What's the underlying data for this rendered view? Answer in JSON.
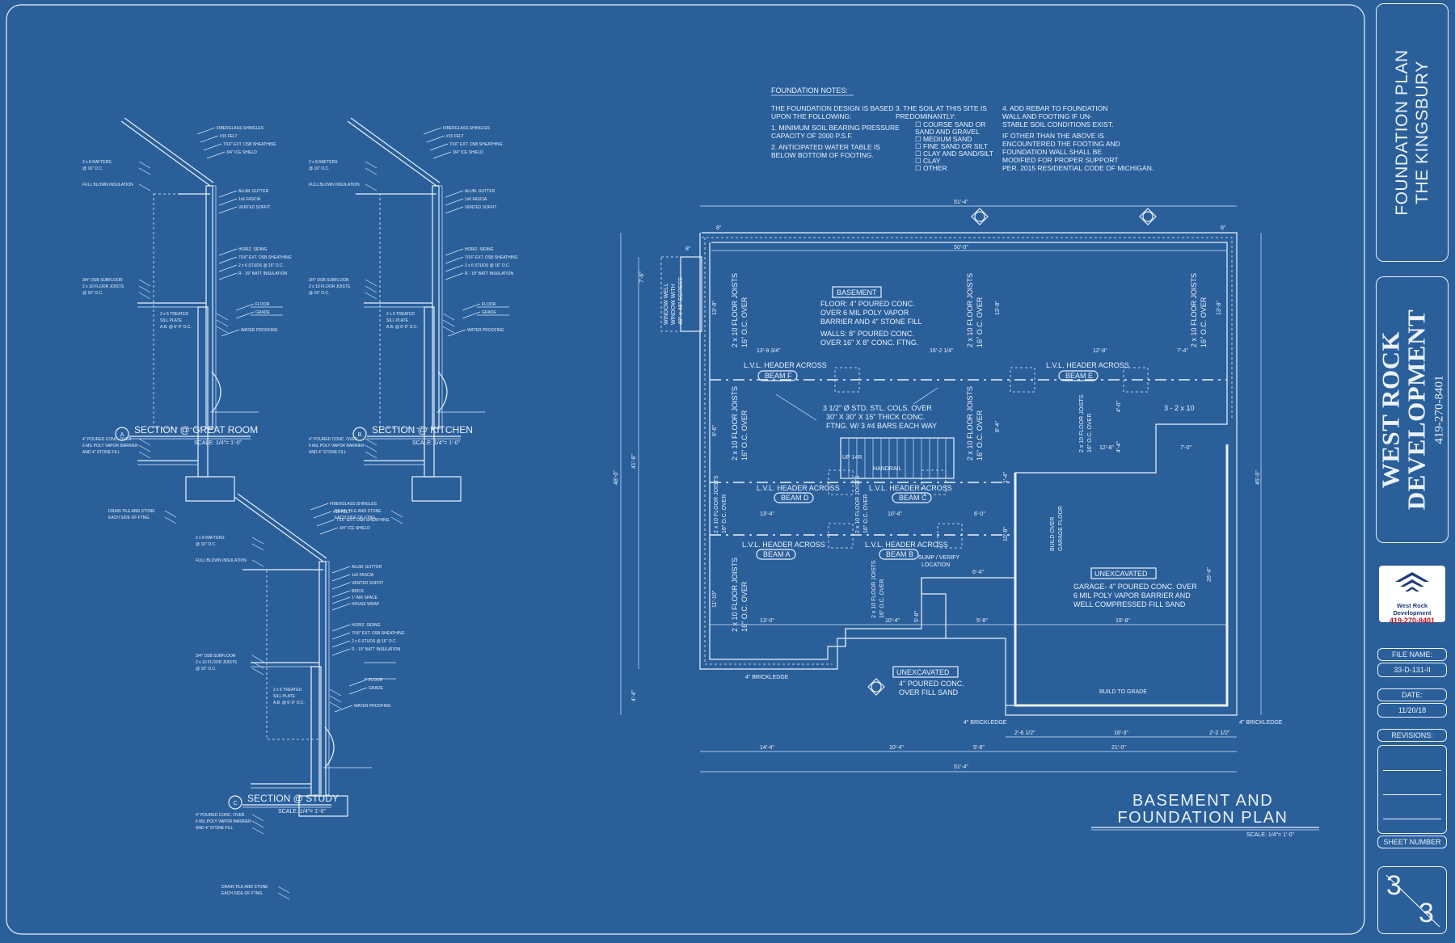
{
  "notes": {
    "heading": "FOUNDATION NOTES:",
    "col1": [
      "THE FOUNDATION DESIGN IS BASED",
      "UPON THE FOLLOWING:",
      "",
      "1.   MINIMUM SOIL BEARING PRESSURE",
      "     CAPACITY OF 2000 P.S.F.",
      "",
      "2.   ANTICIPATED WATER TABLE IS",
      "     BELOW BOTTOM OF FOOTING."
    ],
    "col2": [
      "3.  THE SOIL AT THIS SITE IS",
      "     PREDOMINANTLY:",
      "☐ COURSE SAND OR",
      "     SAND AND GRAVEL",
      "☐ MEDIUM SAND",
      "☐ FINE SAND OR SILT",
      "☐ CLAY AND SAND/SILT",
      "☐ CLAY",
      "☐ OTHER"
    ],
    "col3": [
      "4.  ADD REBAR TO FOUNDATION",
      "     WALL AND FOOTING IF UN-",
      "     STABLE SOIL CONDITIONS EXIST.",
      "",
      "IF OTHER THAN THE ABOVE IS",
      "ENCOUNTERED THE FOOTING AND",
      "FOUNDATION WALL SHALL BE",
      "MODIFIED FOR PROPER SUPPORT",
      "PER. 2015 RESIDENTIAL CODE OF MICHIGAN."
    ]
  },
  "sections": [
    {
      "letter": "A",
      "title": "SECTION @ GREAT ROOM",
      "scale": "SCALE: 1/4\"= 1'-0\""
    },
    {
      "letter": "B",
      "title": "SECTION @ KITCHEN",
      "scale": "SCALE: 1/4\"= 1'-0\""
    },
    {
      "letter": "C",
      "title": "SECTION @ STUDY",
      "scale": "SCALE: 1/4\"= 1'-0\""
    }
  ],
  "plan": {
    "title_line1": "BASEMENT AND",
    "title_line2": "FOUNDATION PLAN",
    "scale": "SCALE: 1/4\"= 1'-0\"",
    "basement": [
      "BASEMENT",
      "FLOOR: 4\" POURED CONC.",
      "OVER 6 MIL POLY VAPOR",
      "BARRIER AND 4\" STONE FILL",
      "",
      "WALLS: 8\" POURED CONC.",
      "OVER 16\" X 8\" CONC. FTNG."
    ],
    "columns_note": [
      "3 1/2\" Ø STD. STL. COLS. OVER",
      "30\" X 30\" X 15\" THICK CONC.",
      "FTNG. W/ 3 #4 BARS EACH WAY"
    ],
    "unexcavated_garage": [
      "UNEXCAVATED",
      "GARAGE- 4\" POURED CONC. OVER",
      "6 MIL POLY VAPOR BARRIER AND",
      "WELL COMPRESSED FILL SAND"
    ],
    "unexcavated_front": [
      "UNEXCAVATED",
      "4\" POURED CONC.",
      "OVER FILL SAND"
    ],
    "beams": [
      "BEAM F",
      "BEAM E",
      "BEAM D",
      "BEAM C",
      "BEAM A",
      "BEAM B"
    ],
    "header": "L.V.L. HEADER ACROSS",
    "joists": "2 x 10 FLOOR JOISTS",
    "joists_oc": "16\" O.C. OVER",
    "window": [
      "WINDOW WELL",
      "WINDOW WITH",
      "48\" x 48\" EGRESS"
    ],
    "sump": [
      "SUMP / VERIFY",
      "LOCATION"
    ],
    "garage_floor": [
      "BUILD OVER",
      "GARAGE FLOOR"
    ],
    "build_to_grade": "BUILD TO GRADE",
    "brickledge": "4\" BRICKLEDGE",
    "up": "UP 14R",
    "handrail": "HANDRAIL",
    "beam_3x10": "3 - 2 x 10",
    "dims": {
      "top_overall": "51'-4\"",
      "top_inner": "50'-0\"",
      "bottom_overall": "51'-4\"",
      "b1": "14'-4\"",
      "b2": "10'-4\"",
      "b3": "5'-8\"",
      "b4": "21'-0\"",
      "g1": "2'-6 1/2\"",
      "g2": "16'-3\"",
      "g3": "2'-2 1/2\"",
      "left_overall": "48'-0\"",
      "left_inner": "41'-8\"",
      "left_top": "7'-6\"",
      "left_bot": "4'-4\"",
      "right_overall": "45'-0\"",
      "right_lower": "26'-4\"",
      "d1": "13'-9 3/4\"",
      "d2": "16'-2 1/4\"",
      "d3": "12'-8\"",
      "d4": "7'-4\"",
      "d5": "12'-8\"",
      "d6": "7'-0\"",
      "d7": "13'-4\"",
      "d8": "10'-4\"",
      "d9": "6'-0\"",
      "d10": "13'-0\"",
      "d11": "10'-4\"",
      "d12": "5'-8\"",
      "d13": "19'-8\"",
      "d14": "6'-4\"",
      "v1": "13'-8\"",
      "v2": "9'-6\"",
      "v3": "11'-10\"",
      "v4": "8'-4\"",
      "v5": "10'-8\"",
      "v6": "5'-8\"",
      "v7": "4'-0\"",
      "v8": "4'-4\"",
      "v9": "8\"",
      "v10": "1'-4\""
    }
  },
  "section_labels": {
    "roof": [
      "FIBERGLASS SHINGLES",
      "#15 FELT",
      "7/16\" EXT. OSB SHEATHING",
      "3/4\" ICE SHIELD"
    ],
    "eave": [
      "ALUM. GUTTER",
      "1x6 FASCIA",
      "VENTED SOFFIT"
    ],
    "wall": [
      "HORIZ. SIDING",
      "7/16\" EXT. OSB SHEATHING",
      "2 x 6 STUDS @ 16\" O.C.",
      "R - 19\" BATT INSULATION"
    ],
    "rafters": [
      "2 x 8 RAFTERS",
      "@ 16\" O.C."
    ],
    "ceiling": "FULL BLOWN INSULATION",
    "floor": [
      "3/4\" OSB SUBFLOOR",
      "2 x 10 FLOOR JOISTS",
      "@ 16\" O.C."
    ],
    "sill": [
      "2 x 6 TREATED",
      "SILL PLATE",
      "A.B. @ 6'-0\" O.C."
    ],
    "water": "WATER PROOFING",
    "slab": [
      "4\" POURED CONC. OVER",
      "6 MIL POLY VAPOR BARRIER",
      "AND 4\" STONE FILL"
    ],
    "drain": [
      "DRAIN TILE AND STONE",
      "EACH SIDE OF FTNG."
    ],
    "floor_mark": "FLOOR",
    "grade_mark": "GRADE",
    "study_extra": [
      "BRICK",
      "1\" AIR SPACE",
      "HOUSE WRAP"
    ]
  },
  "title_block": {
    "project_line1": "FOUNDATION PLAN",
    "project_line2": "THE KINGSBURY",
    "company_line1": "WEST ROCK",
    "company_line2": "DEVELOPMENT",
    "company_phone": "419-270-8401",
    "logo_name": "West Rock Development",
    "logo_phone": "419-270-8401",
    "file_label": "FILE NAME:",
    "file_value": "33-D-131-II",
    "date_label": "DATE:",
    "date_value": "11/20/18",
    "revisions_label": "REVISIONS:",
    "sheet_label": "SHEET NUMBER",
    "sheet_num": "3",
    "sheet_total": "3"
  }
}
